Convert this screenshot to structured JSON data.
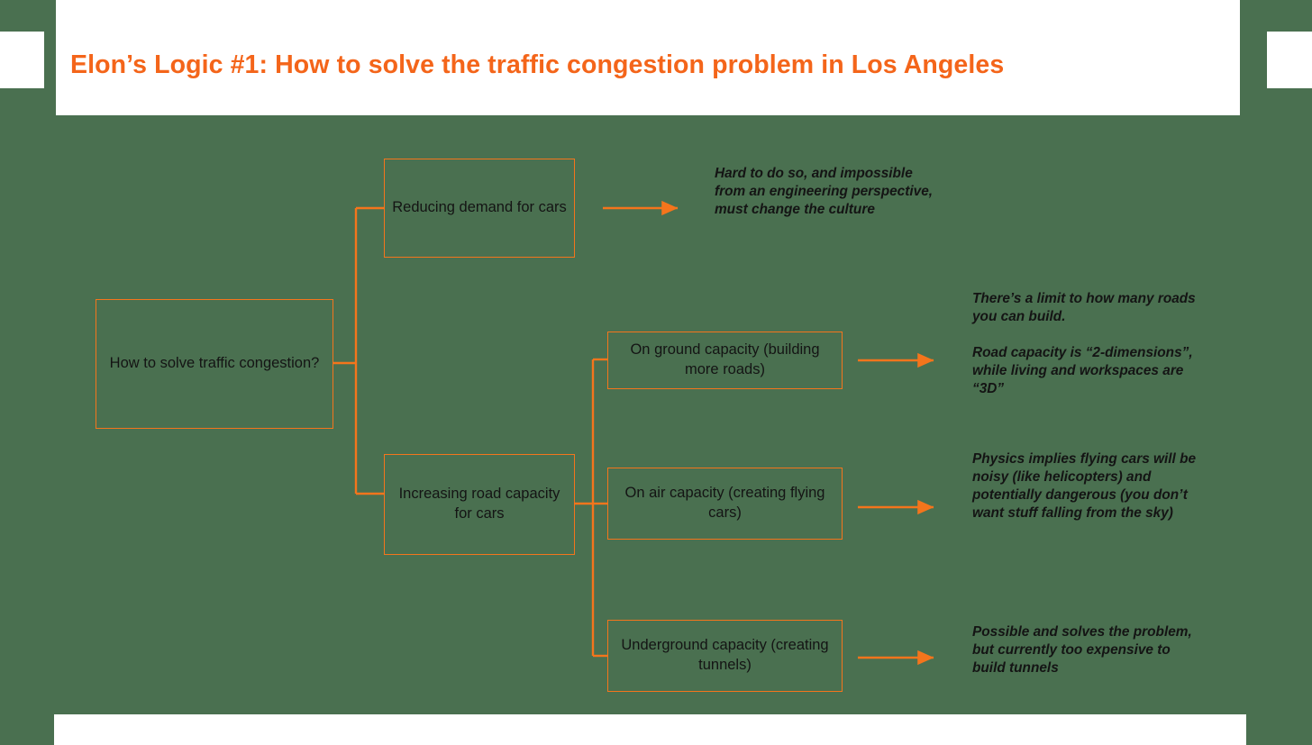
{
  "header": {
    "title": "Elon’s Logic #1: How to solve the traffic congestion problem in Los Angeles"
  },
  "colors": {
    "background": "#4a7050",
    "accent_orange": "#f4751c",
    "title_orange": "#f4651a",
    "plate_white": "#ffffff",
    "text_black": "#141414"
  },
  "diagram": {
    "type": "tree",
    "root": {
      "label": "How to solve traffic congestion?"
    },
    "branches": [
      {
        "label": "Reducing demand for cars",
        "annotation": "Hard to do so, and impossible from an engineering perspective, must change the culture",
        "children": []
      },
      {
        "label": "Increasing road capacity for cars",
        "annotation": "",
        "children": [
          {
            "label": "On ground capacity (building more roads)",
            "annotation": "There’s a limit to how many roads you can build.\n\nRoad capacity is “2-dimensions”, while living and workspaces are “3D”"
          },
          {
            "label": "On air capacity (creating flying cars)",
            "annotation": "Physics implies flying cars will be noisy (like helicopters) and potentially dangerous (you don’t want stuff falling from the sky)"
          },
          {
            "label": "Underground capacity (creating tunnels)",
            "annotation": "Possible and solves the problem, but currently too expensive to build tunnels"
          }
        ]
      }
    ]
  }
}
